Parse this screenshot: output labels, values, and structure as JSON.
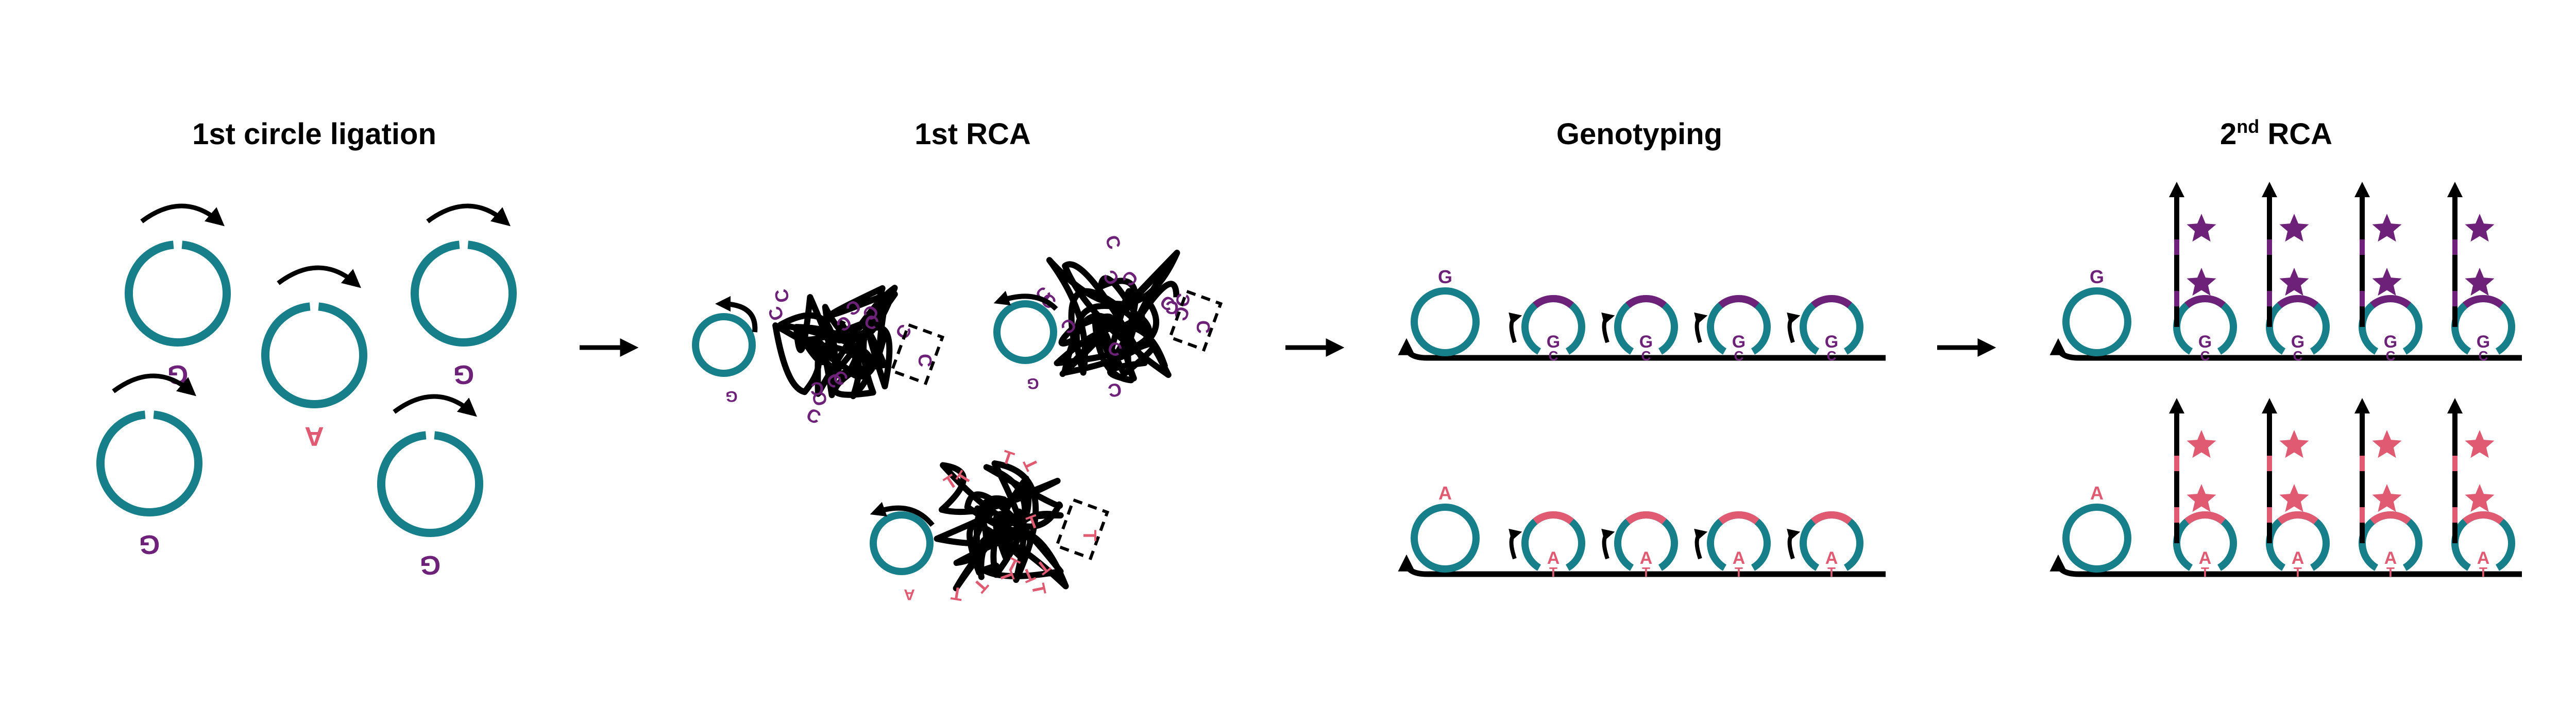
{
  "titles": {
    "circle_ligation": "1st circle ligation",
    "rca1": "1st RCA",
    "genotyping": "Genotyping",
    "rca2_base": "2",
    "rca2_sup": "nd",
    "rca2_rest": " RCA"
  },
  "colors": {
    "teal": "#167f8a",
    "purple": "#6e2178",
    "pink": "#e05a72",
    "black": "#000000"
  },
  "bases": {
    "g": "G",
    "a": "A",
    "c": "C",
    "t": "T"
  },
  "icons": [
    "star-icon",
    "arrow-right-icon",
    "arrow-up-icon"
  ]
}
